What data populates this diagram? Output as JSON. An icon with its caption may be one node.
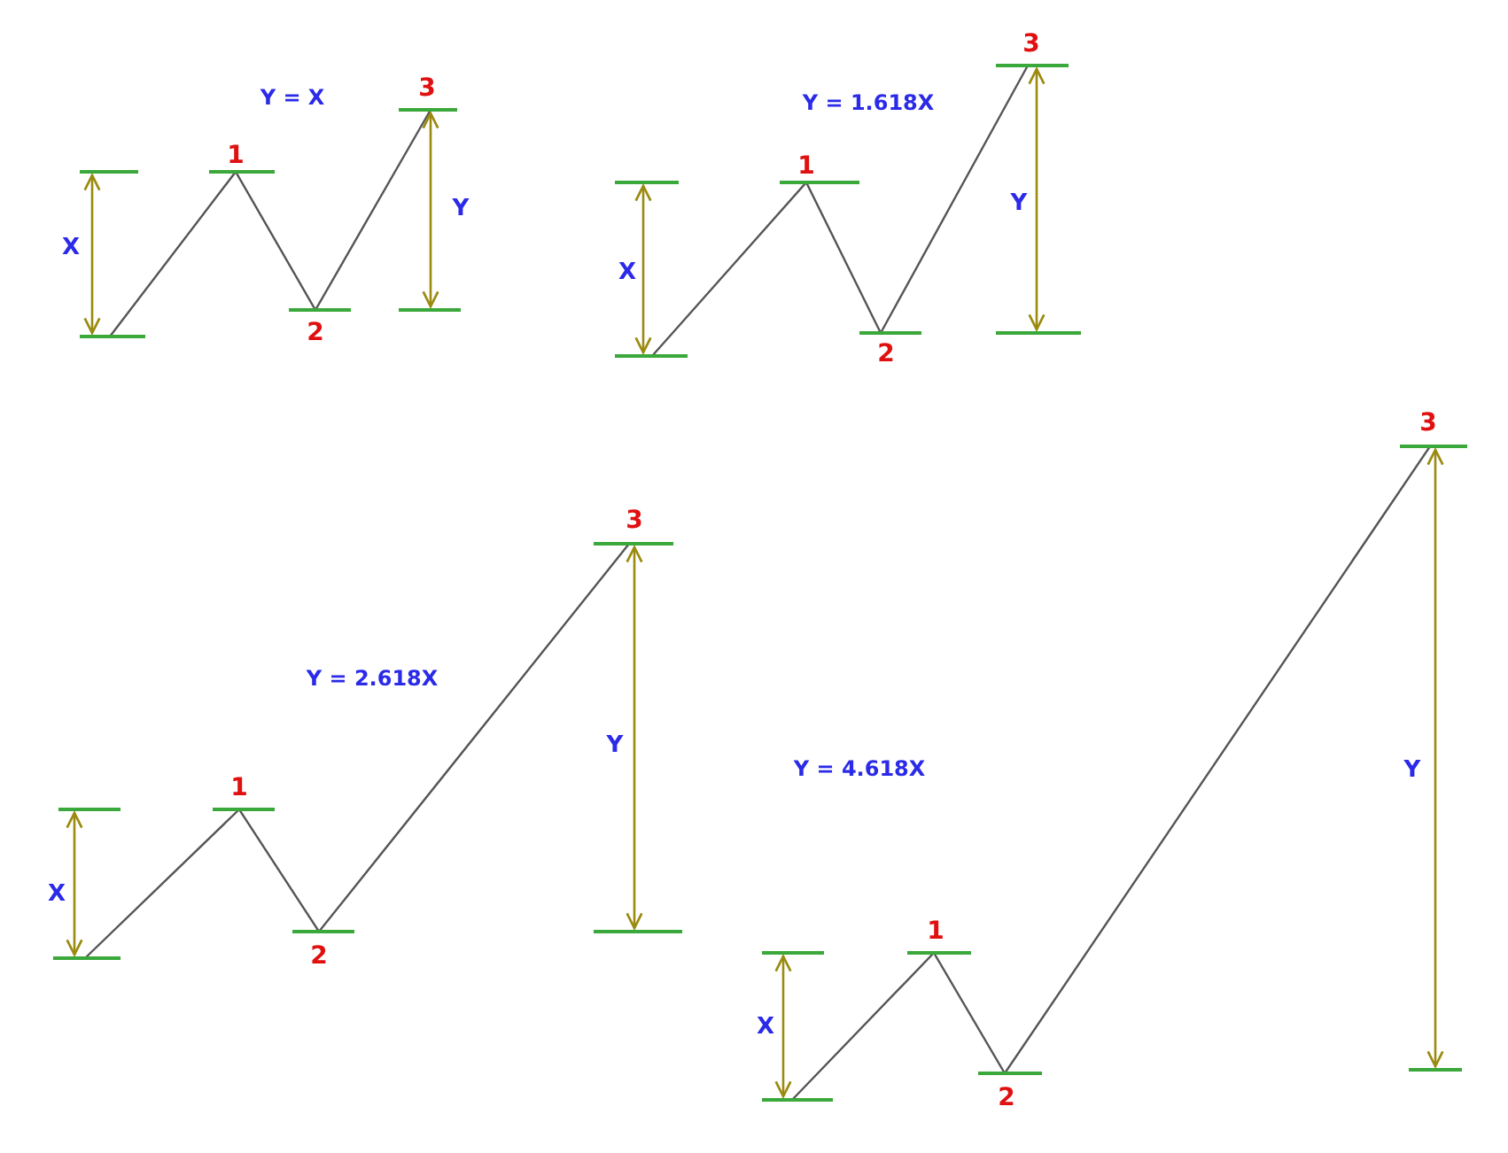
{
  "diagram": {
    "labels": [
      "Y = X",
      "3",
      "1",
      "X",
      "Y",
      "2",
      "Y = 1.618X",
      "3",
      "1",
      "X",
      "Y",
      "2",
      "3",
      "Y = 2.618X",
      "Y",
      "1",
      "X",
      "2",
      "3",
      "Y = 4.618X",
      "Y",
      "1",
      "X",
      "2"
    ]
  }
}
